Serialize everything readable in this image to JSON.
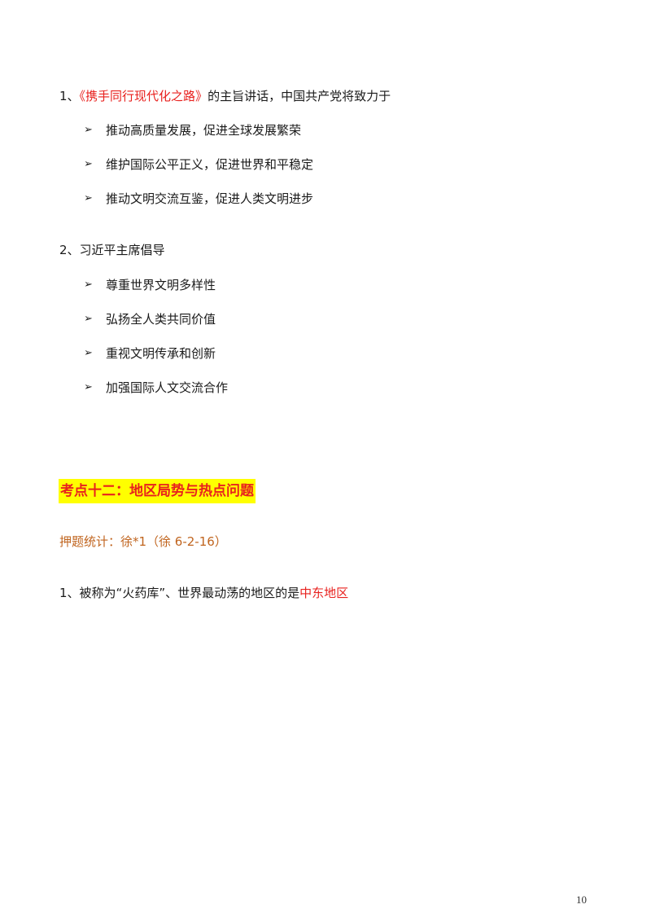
{
  "section1": {
    "number": "1、",
    "title_highlight": "《携手同行现代化之路》",
    "title_rest": "的主旨讲话，中国共产党将致力于",
    "bullets": [
      "推动高质量发展，促进全球发展繁荣",
      "维护国际公平正义，促进世界和平稳定",
      "推动文明交流互鉴，促进人类文明进步"
    ]
  },
  "section2": {
    "title": "2、习近平主席倡导",
    "bullets": [
      "尊重世界文明多样性",
      "弘扬全人类共同价值",
      "重视文明传承和创新",
      "加强国际人文交流合作"
    ]
  },
  "bullet_symbol": "➢",
  "heading": "考点十二：地区局势与热点问题",
  "stats": "押题统计：徐*1（徐 6-2-16）",
  "item1": {
    "text": "1、被称为“火药库”、世界最动荡的地区的是",
    "highlight": "中东地区"
  },
  "page_number": "10",
  "colors": {
    "red": "#e8211e",
    "orange": "#c0641e",
    "highlight_bg": "#ffff00"
  }
}
